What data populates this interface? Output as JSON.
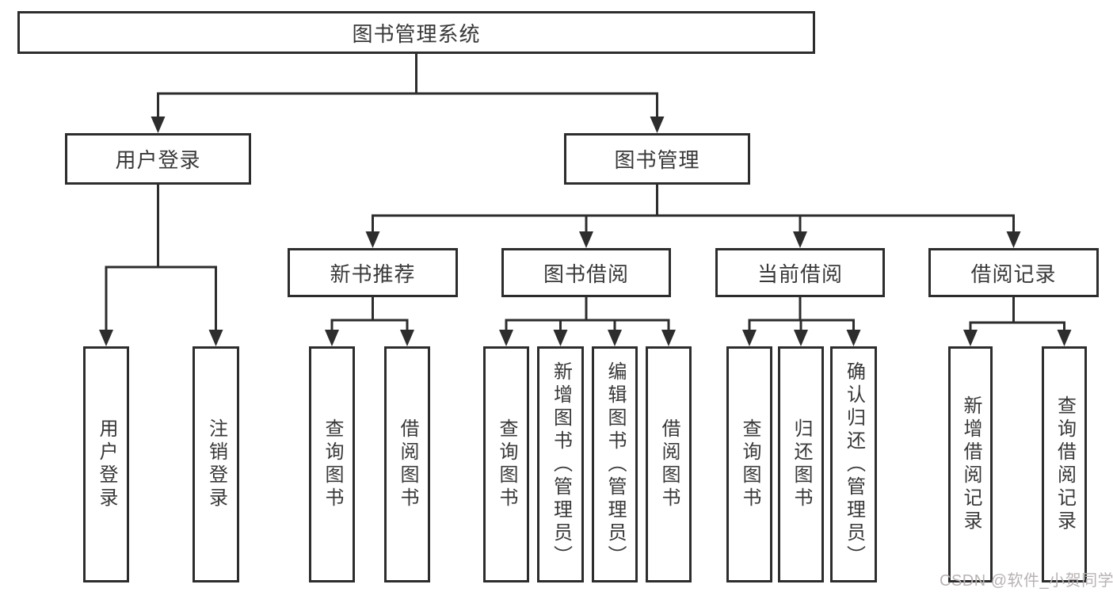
{
  "title": "图书管理系统",
  "tree": {
    "label": "图书管理系统",
    "children": [
      {
        "label": "用户登录",
        "children": [
          {
            "label": "用户登录"
          },
          {
            "label": "注销登录"
          }
        ]
      },
      {
        "label": "图书管理",
        "children": [
          {
            "label": "新书推荐",
            "children": [
              {
                "label": "查询图书"
              },
              {
                "label": "借阅图书"
              }
            ]
          },
          {
            "label": "图书借阅",
            "children": [
              {
                "label": "查询图书"
              },
              {
                "label": "新增图书（管理员）"
              },
              {
                "label": "编辑图书（管理员）"
              },
              {
                "label": "借阅图书"
              }
            ]
          },
          {
            "label": "当前借阅",
            "children": [
              {
                "label": "查询图书"
              },
              {
                "label": "归还图书"
              },
              {
                "label": "确认归还（管理员）"
              }
            ]
          },
          {
            "label": "借阅记录",
            "children": [
              {
                "label": "新增借阅记录"
              },
              {
                "label": "查询借阅记录"
              }
            ]
          }
        ]
      }
    ]
  },
  "watermark": {
    "text": "CSDN @软件_小贺同学"
  },
  "colors": {
    "background": "#ffffff",
    "box_border": "#2d2d2d",
    "line": "#2d2d2d",
    "text": "#383838",
    "watermark": "#b9b3b3"
  }
}
